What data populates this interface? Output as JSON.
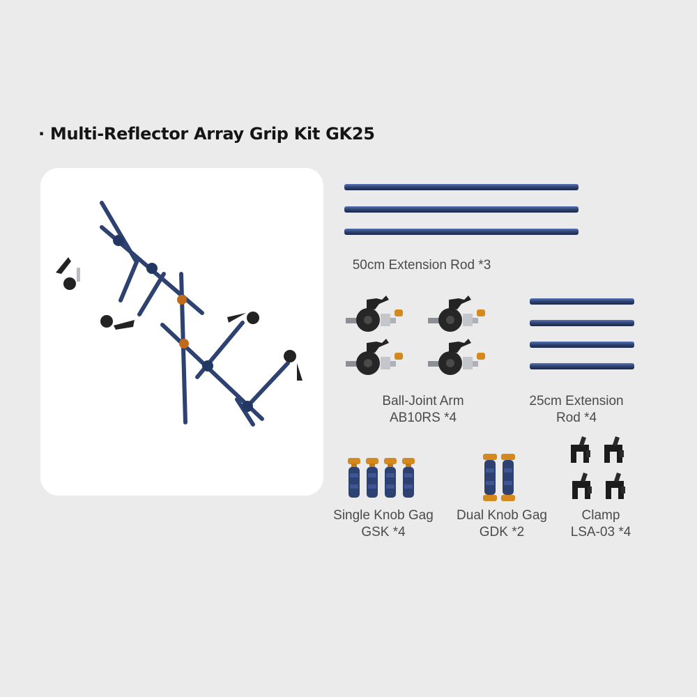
{
  "heading": "· Multi-Reflector Array Grip Kit GK25",
  "components": [
    {
      "line1": "50cm Extension Rod *3",
      "line2": "",
      "quantity": 3
    },
    {
      "line1": "Ball-Joint Arm",
      "line2": "AB10RS *4",
      "quantity": 4
    },
    {
      "line1": "25cm Extension",
      "line2": "Rod *4",
      "quantity": 4
    },
    {
      "line1": "Single Knob Gag",
      "line2": "GSK *4",
      "quantity": 4
    },
    {
      "line1": "Dual Knob Gag",
      "line2": "GDK *2",
      "quantity": 2
    },
    {
      "line1": "Clamp",
      "line2": "LSA-03 *4",
      "quantity": 4
    }
  ],
  "colors": {
    "rod": "#2e4272",
    "brass": "#d4891e",
    "knob": "#1f1f1f",
    "metal": "#b9bcc0",
    "background": "#ebebeb",
    "panel": "#ffffff"
  }
}
